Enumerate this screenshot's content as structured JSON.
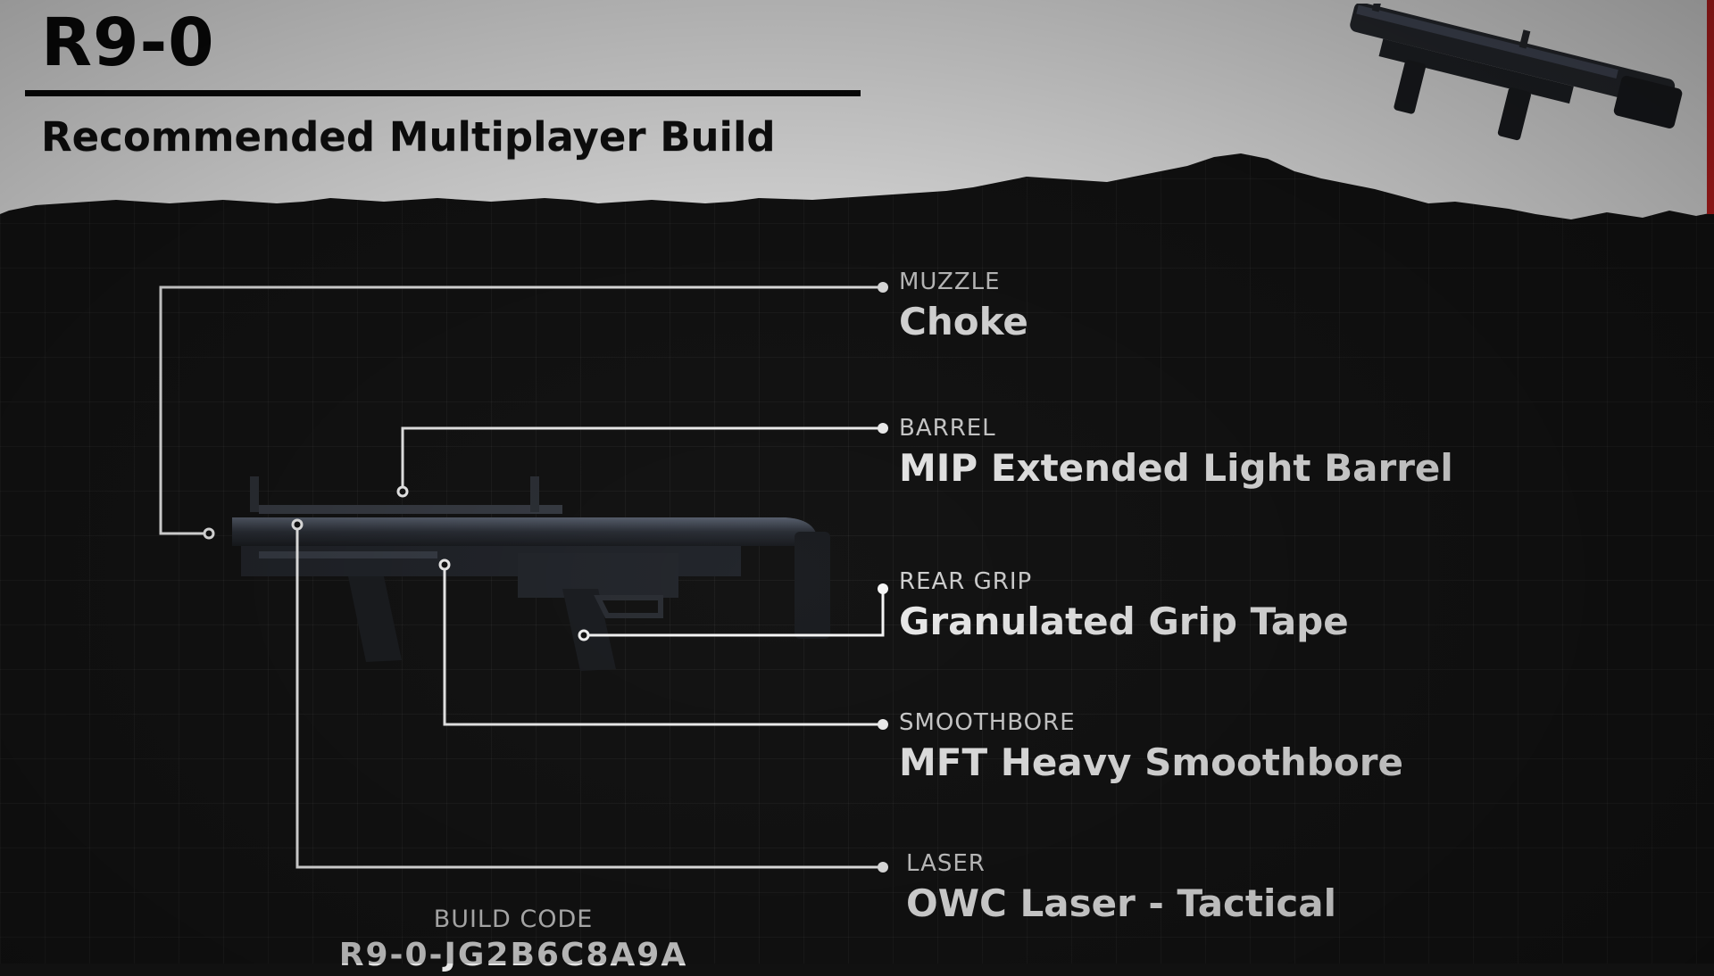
{
  "header": {
    "weapon_name": "R9-0",
    "subtitle": "Recommended Multiplayer Build"
  },
  "attachments": [
    {
      "slot": "MUZZLE",
      "name": "Choke"
    },
    {
      "slot": "BARREL",
      "name": "MIP Extended Light Barrel"
    },
    {
      "slot": "REAR GRIP",
      "name": "Granulated Grip Tape"
    },
    {
      "slot": "SMOOTHBORE",
      "name": "MFT Heavy Smoothbore"
    },
    {
      "slot": "LASER",
      "name": "OWC Laser - Tactical"
    }
  ],
  "build_code": {
    "label": "BUILD CODE",
    "value": "R9-0-JG2B6C8A9A"
  },
  "colors": {
    "paper": "#ffffff",
    "background": "#141414",
    "accent_edge": "#d92323",
    "text_light": "#f4f4f4",
    "text_dark": "#0a0a0a",
    "callout_line": "#ffffff"
  },
  "icons": {
    "weapon_thumbnail": "shotgun-icon",
    "weapon_main": "shotgun-icon"
  }
}
